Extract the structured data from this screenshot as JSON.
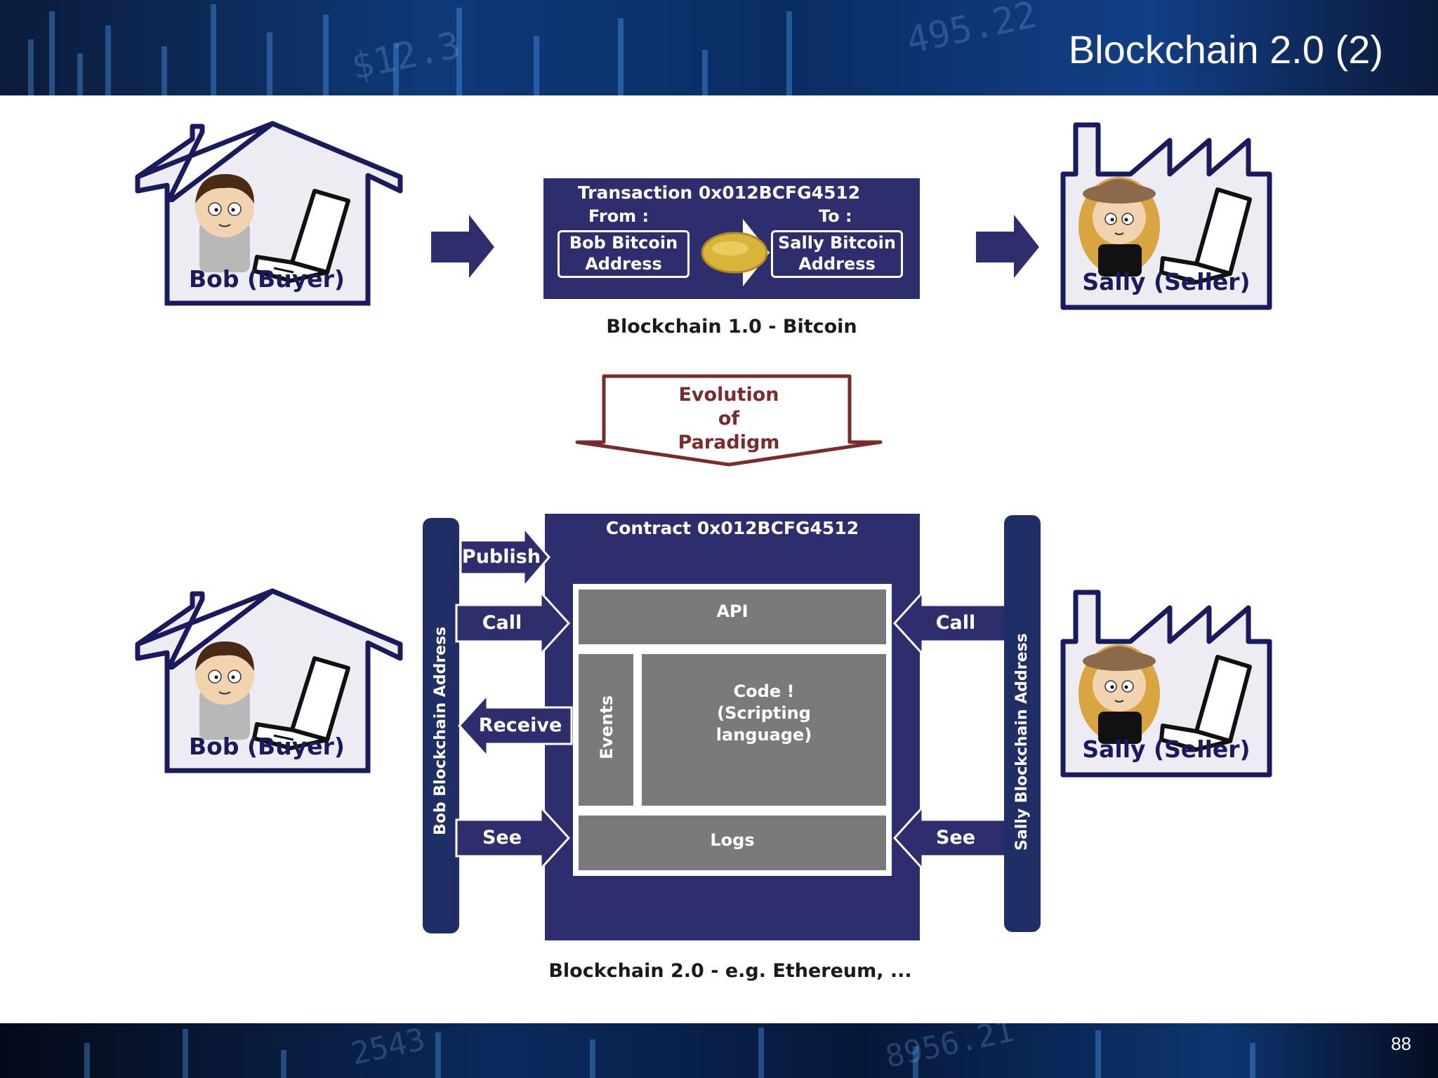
{
  "slide": {
    "title": "Blockchain 2.0 (2)",
    "page_number": "88"
  },
  "top": {
    "bob_label": "Bob (Buyer)",
    "sally_label": "Sally (Seller)",
    "transaction_title": "Transaction 0x012BCFG4512",
    "from_label": "From :",
    "to_label": "To :",
    "from_address": [
      "Bob Bitcoin",
      "Address"
    ],
    "to_address": [
      "Sally Bitcoin",
      "Address"
    ],
    "caption": "Blockchain 1.0 - Bitcoin"
  },
  "evolution": {
    "lines": [
      "Evolution",
      "of",
      "Paradigm"
    ]
  },
  "bottom": {
    "bob_label": "Bob (Buyer)",
    "sally_label": "Sally (Seller)",
    "contract_title": "Contract 0x012BCFG4512",
    "bob_address_bar": "Bob Blockchain Address",
    "sally_address_bar": "Sally Blockchain Address",
    "left_arrows": [
      "Publish",
      "Call",
      "Receive",
      "See"
    ],
    "right_arrows": [
      "Call",
      "See"
    ],
    "api_label": "API",
    "events_label": "Events",
    "code_lines": [
      "Code !",
      "(Scripting",
      "language)"
    ],
    "logs_label": "Logs",
    "caption": "Blockchain 2.0 - e.g. Ethereum, ..."
  },
  "colors": {
    "navy": "#2e2e6e",
    "bar_navy": "#1f2f66",
    "grey": "#7a7a7a",
    "evolution_red": "#7a2b2b",
    "coin": "#d9b43a"
  },
  "icons": [
    "house-icon",
    "factory-icon",
    "laptop-icon",
    "coin-icon",
    "bob-character-icon",
    "sally-character-icon"
  ]
}
